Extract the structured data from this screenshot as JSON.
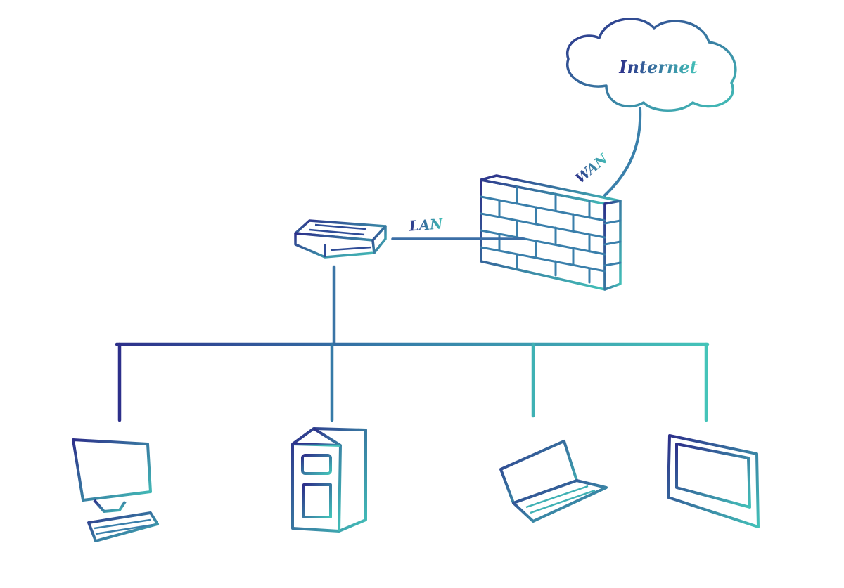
{
  "labels": {
    "internet": "Internet",
    "wan": "WAN",
    "lan": "LAN"
  },
  "nodes": {
    "cloud": "cloud-icon",
    "firewall": "firewall-icon",
    "router": "router-icon",
    "clients": [
      "desktop-monitor-icon",
      "tower-server-icon",
      "laptop-icon",
      "tablet-icon"
    ]
  },
  "colors": {
    "gradient_start": "#2d2f8a",
    "gradient_mid": "#357aa8",
    "gradient_end": "#43c1b8"
  }
}
